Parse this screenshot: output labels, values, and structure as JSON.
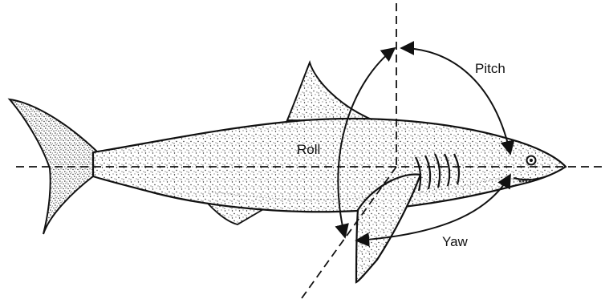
{
  "labels": {
    "pitch": "Pitch",
    "roll": "Roll",
    "yaw": "Yaw"
  },
  "colors": {
    "ink": "#111111",
    "body_fill": "#ffffff",
    "stipple": "#222222"
  }
}
